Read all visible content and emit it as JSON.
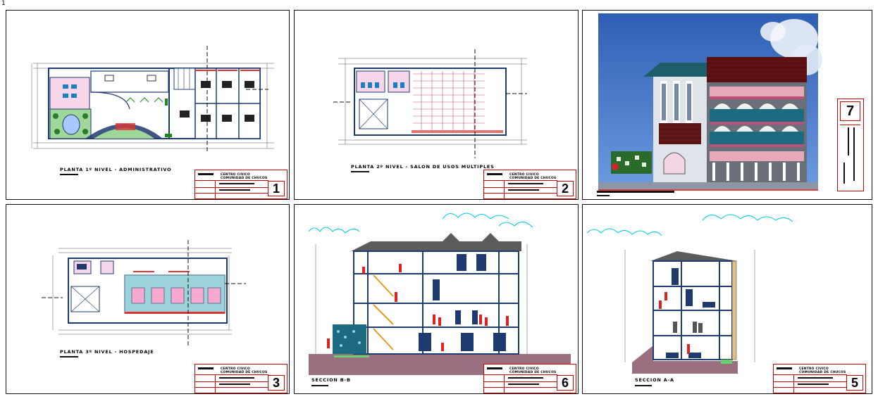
{
  "corner_mark": "1",
  "title_block": {
    "line1": "CENTRO CIVICO",
    "line2": "COMUNIDAD DE CHUCOS"
  },
  "sheets": [
    {
      "number": "1",
      "title": "PLANTA 1º NIVEL - ADMINISTRATIVO"
    },
    {
      "number": "2",
      "title": "PLANTA 2º NIVEL - SALON DE USOS MULTIPLES"
    },
    {
      "number": "7",
      "title": ""
    },
    {
      "number": "3",
      "title": "PLANTA 3º NIVEL - HOSPEDAJE"
    },
    {
      "number": "6",
      "title": "SECCION B-B"
    },
    {
      "number": "5",
      "title": "SECCION A-A"
    }
  ],
  "colors": {
    "frame": "#111111",
    "title_block": "#cc0000",
    "wall": "#1e3a6e",
    "sky": "#3a6fc4",
    "roof": "#7a1a1a",
    "cloud": "#00c8e6",
    "ground": "#9a7080"
  }
}
